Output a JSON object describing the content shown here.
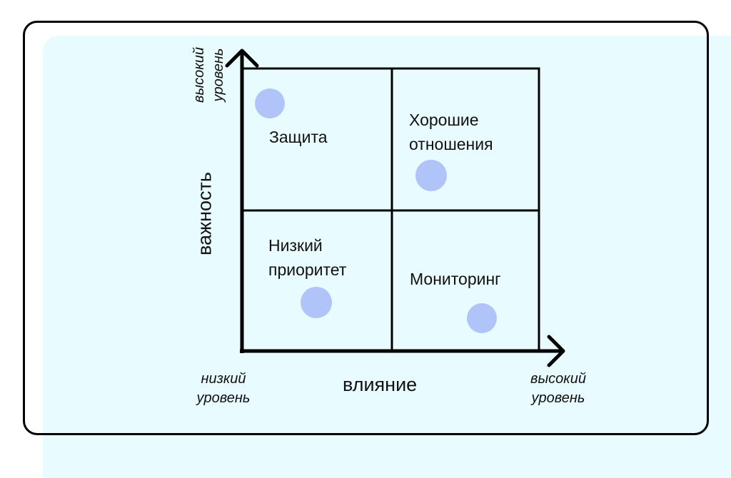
{
  "axes": {
    "y_title": "важность",
    "x_title": "влияние",
    "y_high": [
      "высокий",
      "уровень"
    ],
    "x_low": [
      "низкий",
      "уровень"
    ],
    "x_high": [
      "высокий",
      "уровень"
    ]
  },
  "quadrants": {
    "top_left": [
      "Защита"
    ],
    "top_right": [
      "Хорошие",
      "отношения"
    ],
    "bottom_left": [
      "Низкий",
      "приоритет"
    ],
    "bottom_right": [
      "Мониторинг"
    ]
  },
  "colors": {
    "background": "#e8fbfe",
    "marker": "#b0c4fa",
    "line": "#000000"
  }
}
